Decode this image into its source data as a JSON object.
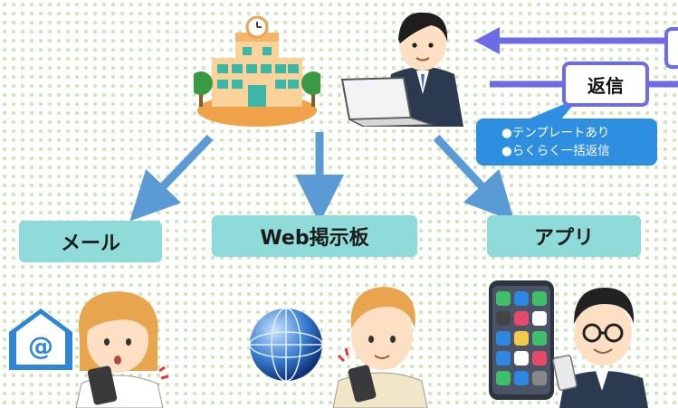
{
  "channels": {
    "mail": "メール",
    "web_board": "Web掲示板",
    "app": "アプリ"
  },
  "reply": {
    "label": "返信",
    "features": [
      "●テンプレートあり",
      "●らくらく一括返信"
    ]
  },
  "icons": {
    "school": "school-icon",
    "teacher": "teacher-laptop-icon",
    "mail": "envelope-at-icon",
    "globe": "globe-icon",
    "phone": "smartphone-apps-icon"
  },
  "colors": {
    "arrow_blue": "#5b9bd5",
    "reply_purple": "#6d6be6",
    "label_teal": "#8fdbd9",
    "callout_blue": "#2e8fe0"
  }
}
